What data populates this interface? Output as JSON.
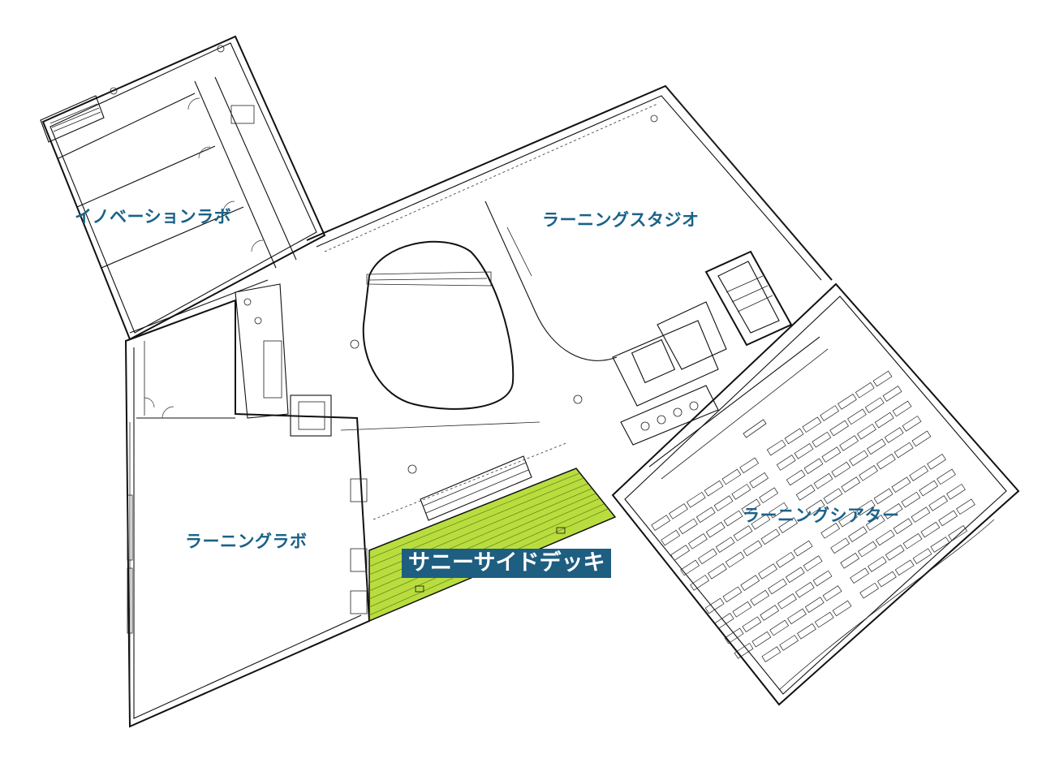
{
  "rooms": {
    "innovation_lab": "イノベーションラボ",
    "learning_studio": "ラーニングスタジオ",
    "learning_lab": "ラーニングラボ",
    "learning_theater": "ラーニングシアター"
  },
  "highlight": {
    "deck_label": "サニーサイドデッキ",
    "deck_color": "#b9dd3f",
    "label_bg": "#1e5e80"
  },
  "colors": {
    "room_label": "#1a6288",
    "walls": "#111111",
    "background": "#ffffff"
  }
}
